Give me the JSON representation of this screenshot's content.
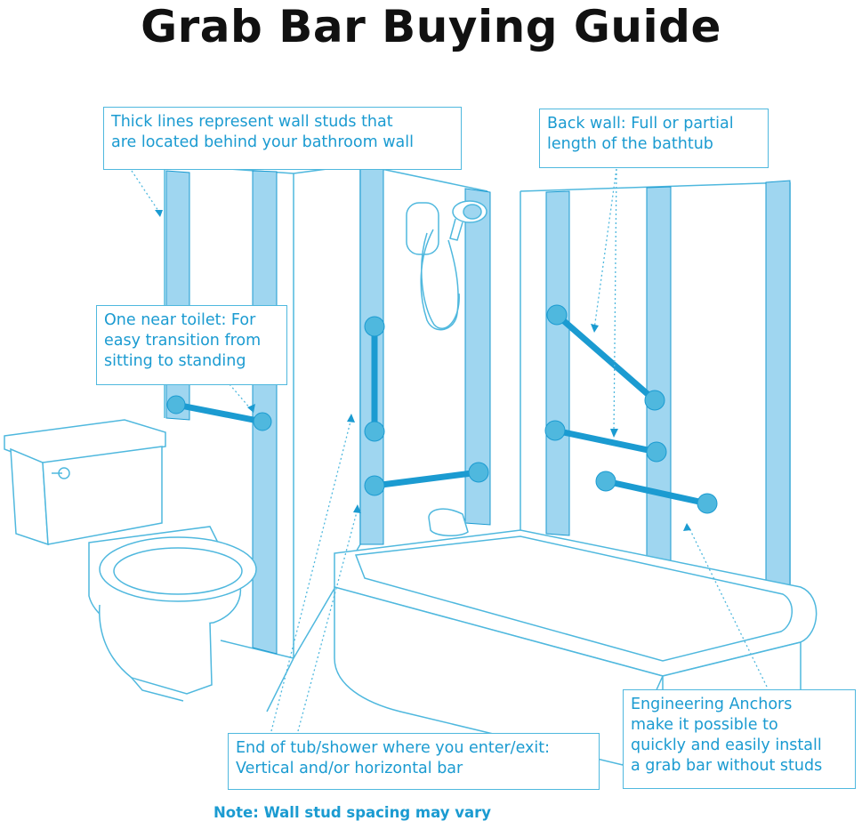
{
  "title": "Grab Bar Buying Guide",
  "colors": {
    "accent": "#1b9bd1",
    "stud": "#9fd6f0",
    "line": "#4fb8de"
  },
  "callouts": {
    "studs": [
      "Thick lines represent wall studs that",
      "are located behind your bathroom wall"
    ],
    "back_wall": [
      "Back wall: Full or partial",
      "length of the bathtub"
    ],
    "toilet": [
      "One near toilet: For",
      "easy transition from",
      "sitting to standing"
    ],
    "end_of_tub": [
      "End of tub/shower where you enter/exit:",
      "Vertical and/or horizontal bar"
    ],
    "anchors": [
      "Engineering Anchors",
      "make it possible to",
      "quickly and easily install",
      "a grab bar without studs"
    ]
  },
  "note": "Note: Wall stud spacing may vary"
}
